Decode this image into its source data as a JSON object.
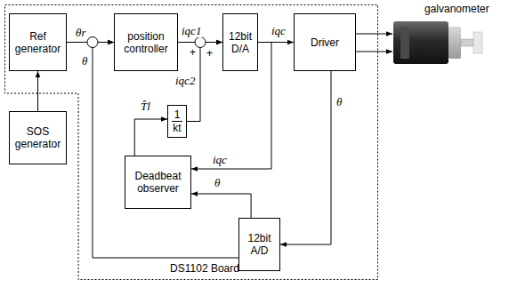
{
  "diagram": {
    "nodes": [
      {
        "text": [
          "DS1102 Board"
        ]
      },
      {
        "text": [
          "Ref generator"
        ],
        "in": 0
      },
      {
        "text": [
          "SOS generator"
        ]
      },
      {
        "text": [
          "position controller"
        ],
        "in": 0
      },
      {
        "text": [
          "12bit D/A"
        ],
        "in": 0
      },
      {
        "text": [
          "Driver"
        ],
        "in": 0
      },
      {
        "text": [
          "1",
          "kt"
        ],
        "in": 0
      },
      {
        "text": [
          "Deadbeat observer"
        ],
        "in": 0
      },
      {
        "text": [
          "12bit A/D"
        ],
        "in": 0
      }
    ],
    "edges": [
      {
        "from": 2,
        "to": 1,
        "arrow": "to"
      },
      {
        "from": 1,
        "to": 3,
        "label": "θr",
        "arrow": "to"
      },
      {
        "from": 8,
        "to": 3,
        "label": "θ",
        "arrow": "to"
      },
      {
        "from": 3,
        "to": 4,
        "label": "iqc1",
        "arrow": "to"
      },
      {
        "from": 6,
        "to": 4,
        "label": "iqc2",
        "arrow": "to"
      },
      {
        "from": 4,
        "to": 5,
        "label": "iqc",
        "arrow": "to"
      },
      {
        "from": 4,
        "to": 7,
        "label": "iqc",
        "arrow": "to"
      },
      {
        "from": 5,
        "to": 8,
        "label": "θ",
        "arrow": "to"
      },
      {
        "from": 8,
        "to": 7,
        "label": "θ",
        "arrow": "to"
      },
      {
        "from": 7,
        "to": 6,
        "label": "T̂l",
        "arrow": "to"
      }
    ],
    "labels": [
      "+",
      "+",
      "galvanometer"
    ]
  }
}
